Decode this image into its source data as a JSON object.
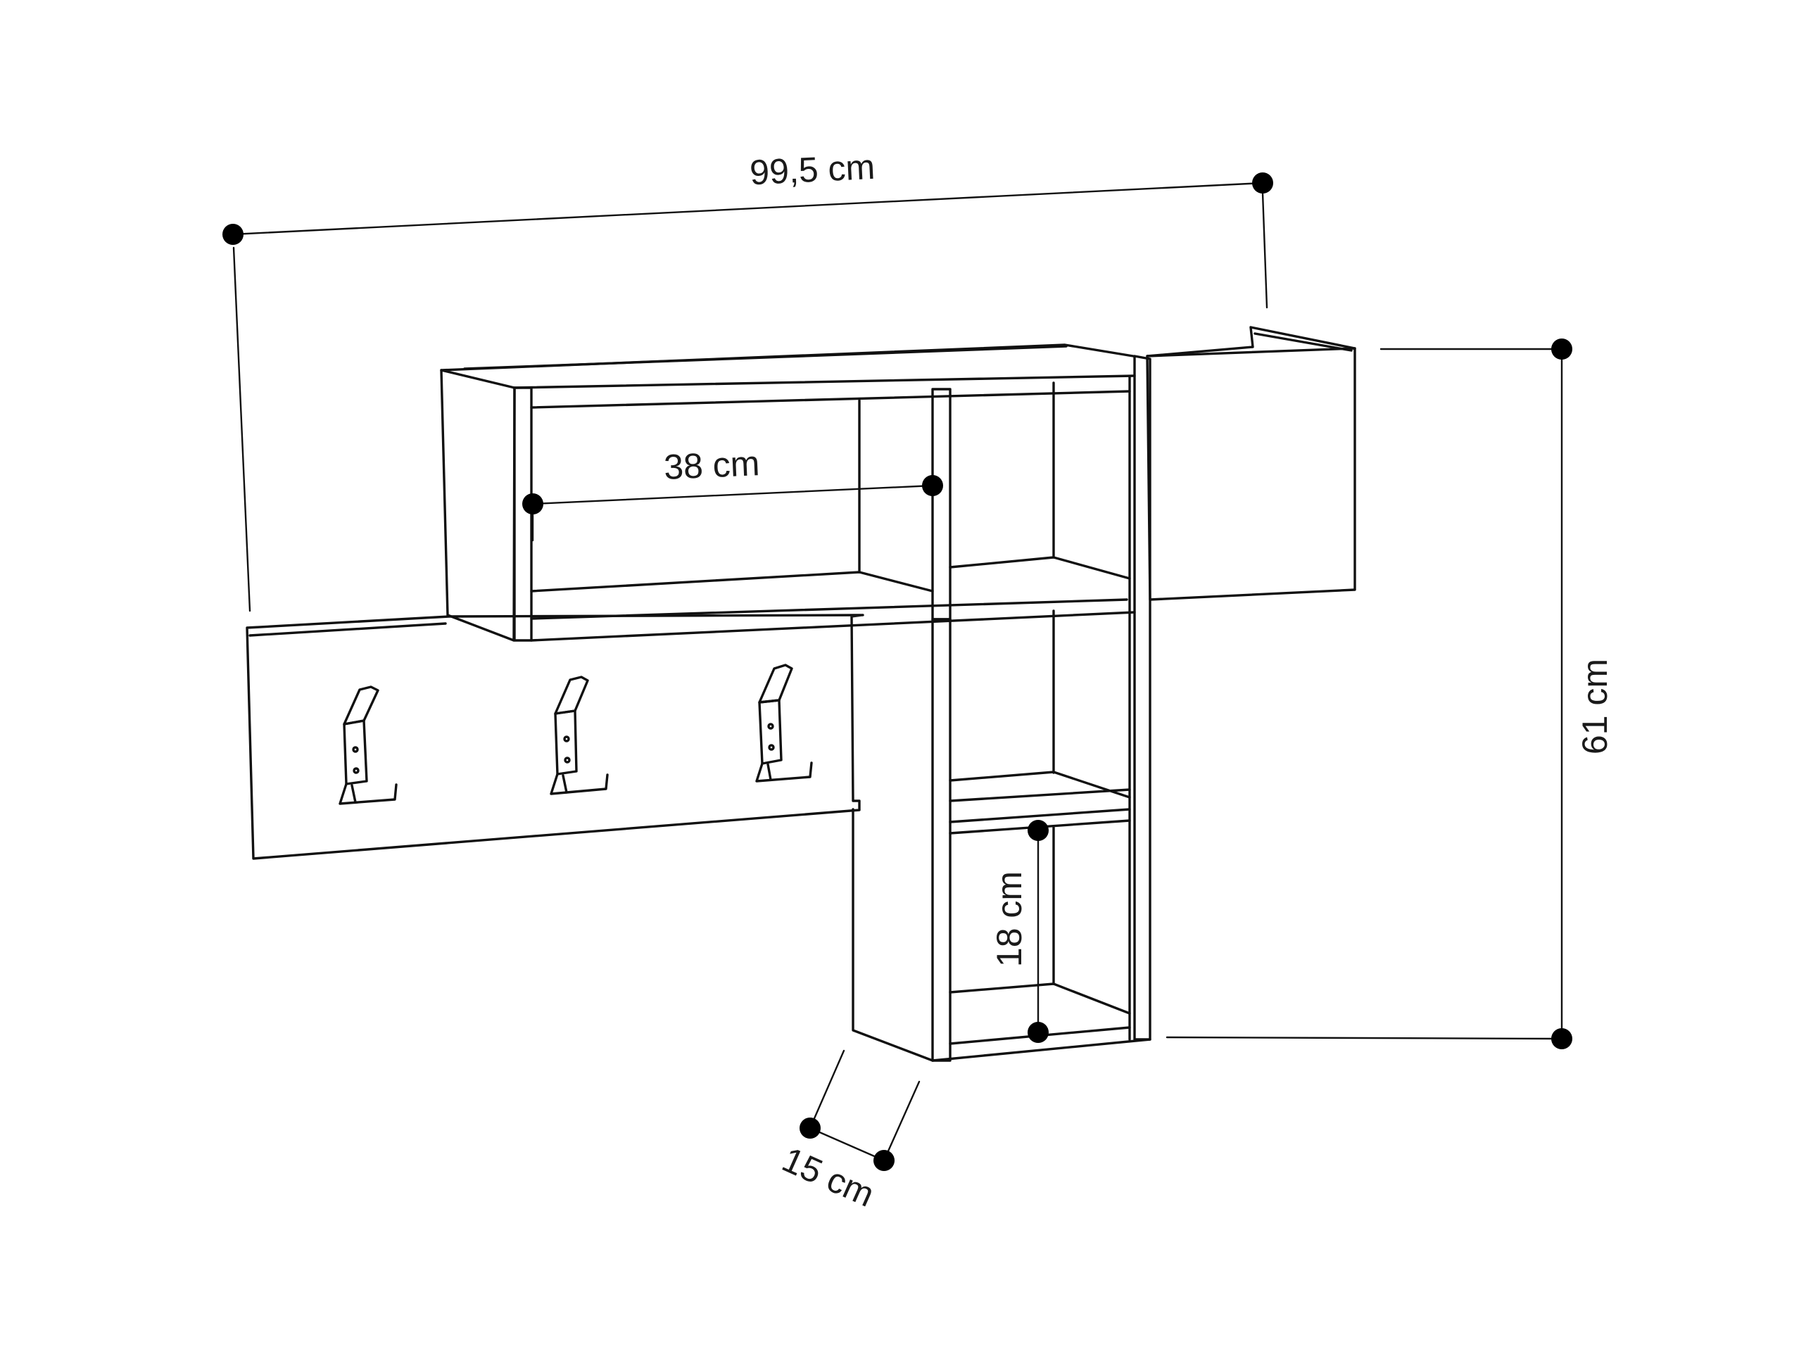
{
  "dimensions": {
    "width_label": "99,5 cm",
    "height_label": "61 cm",
    "compartment_width_label": "38 cm",
    "compartment_height_label": "18 cm",
    "depth_label": "15 cm"
  },
  "colors": {
    "line": "#111111",
    "marker": "#000000",
    "background": "#ffffff"
  }
}
